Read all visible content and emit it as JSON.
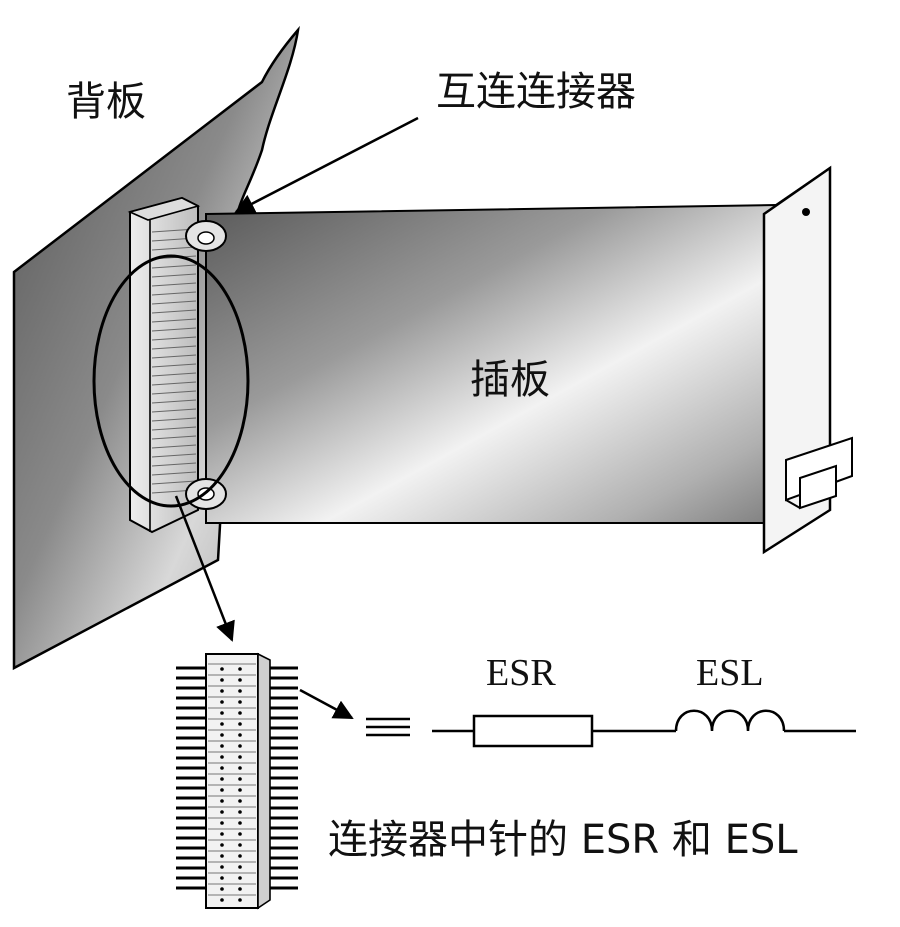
{
  "labels": {
    "backplane": "背板",
    "interconnect": "互连连接器",
    "plug_card": "插板",
    "esr": "ESR",
    "esl": "ESL",
    "caption": "连接器中针的 ESR 和 ESL"
  },
  "symbols": {
    "equivalent": "equals-sign",
    "resistor": "resistor-box",
    "inductor": "inductor-coil"
  }
}
